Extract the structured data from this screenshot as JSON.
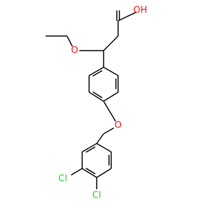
{
  "molecule": {
    "atoms": [
      {
        "id": "c_cooh",
        "element": "C",
        "label": ""
      },
      {
        "id": "o_carbonyl",
        "element": "O",
        "label": ""
      },
      {
        "id": "o_hydroxyl",
        "element": "O",
        "label": "OH"
      },
      {
        "id": "c_ch2",
        "element": "C",
        "label": ""
      },
      {
        "id": "c_chiral",
        "element": "C",
        "label": ""
      },
      {
        "id": "o_ether",
        "element": "O",
        "label": "O"
      },
      {
        "id": "c_ethyl_ch2",
        "element": "C",
        "label": ""
      },
      {
        "id": "c_ethyl_ch3",
        "element": "C",
        "label": ""
      },
      {
        "id": "r1_c1",
        "element": "C",
        "label": ""
      },
      {
        "id": "r1_c2",
        "element": "C",
        "label": ""
      },
      {
        "id": "r1_c3",
        "element": "C",
        "label": ""
      },
      {
        "id": "r1_c4",
        "element": "C",
        "label": ""
      },
      {
        "id": "r1_c5",
        "element": "C",
        "label": ""
      },
      {
        "id": "r1_c6",
        "element": "C",
        "label": ""
      },
      {
        "id": "o_aryl_ether",
        "element": "O",
        "label": "O"
      },
      {
        "id": "c_benzyl",
        "element": "C",
        "label": ""
      },
      {
        "id": "r2_c1",
        "element": "C",
        "label": ""
      },
      {
        "id": "r2_c2",
        "element": "C",
        "label": ""
      },
      {
        "id": "r2_c3",
        "element": "C",
        "label": ""
      },
      {
        "id": "r2_c4",
        "element": "C",
        "label": ""
      },
      {
        "id": "r2_c5",
        "element": "C",
        "label": ""
      },
      {
        "id": "r2_c6",
        "element": "C",
        "label": ""
      },
      {
        "id": "cl_3",
        "element": "Cl",
        "label": "Cl"
      },
      {
        "id": "cl_4",
        "element": "Cl",
        "label": "Cl"
      }
    ],
    "element_colors": {
      "O": "#ff0d0d",
      "Cl": "#1fd01f",
      "C": "#000000"
    }
  }
}
